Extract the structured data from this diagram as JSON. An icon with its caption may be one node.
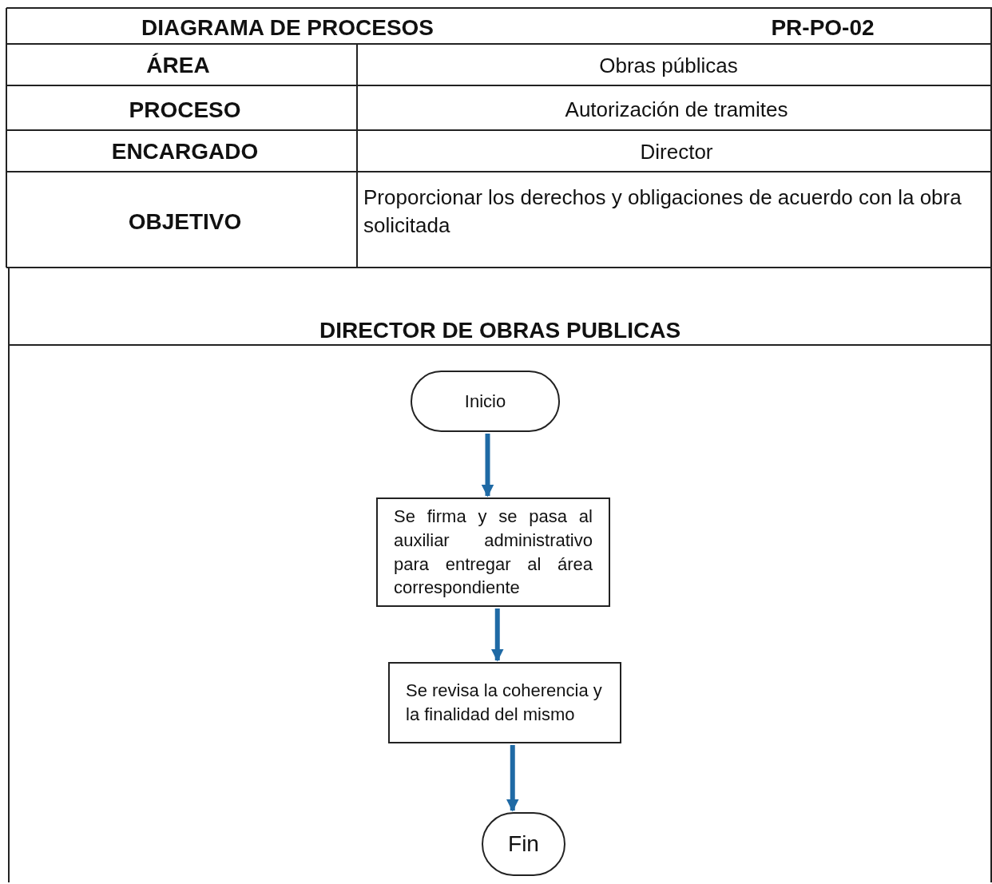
{
  "diagram": {
    "title": "DIAGRAMA DE PROCESOS",
    "nodes": [
      {
        "text": [
          "DIRECTOR DE OBRAS PUBLICAS"
        ]
      },
      {
        "text": [
          "Inicio"
        ],
        "in": 0
      },
      {
        "text": [
          "Se firma y se pasa al auxiliar administrativo para entregar al área correspondiente"
        ],
        "in": 0
      },
      {
        "text": [
          "Se revisa la coherencia y la finalidad del mismo"
        ],
        "in": 0
      },
      {
        "text": [
          "Fin"
        ],
        "in": 0
      }
    ],
    "edges": [
      {
        "from": 1,
        "to": 2,
        "arrow": "to"
      },
      {
        "from": 2,
        "to": 3,
        "arrow": "to"
      },
      {
        "from": 3,
        "to": 4,
        "arrow": "to"
      }
    ],
    "labels": [
      "PR-PO-02",
      "ÁREA",
      "Obras públicas",
      "PROCESO",
      "Autorización de tramites",
      "ENCARGADO",
      "Director",
      "OBJETIVO",
      "Proporcionar los derechos y obligaciones de acuerdo con la obra solicitada"
    ]
  }
}
